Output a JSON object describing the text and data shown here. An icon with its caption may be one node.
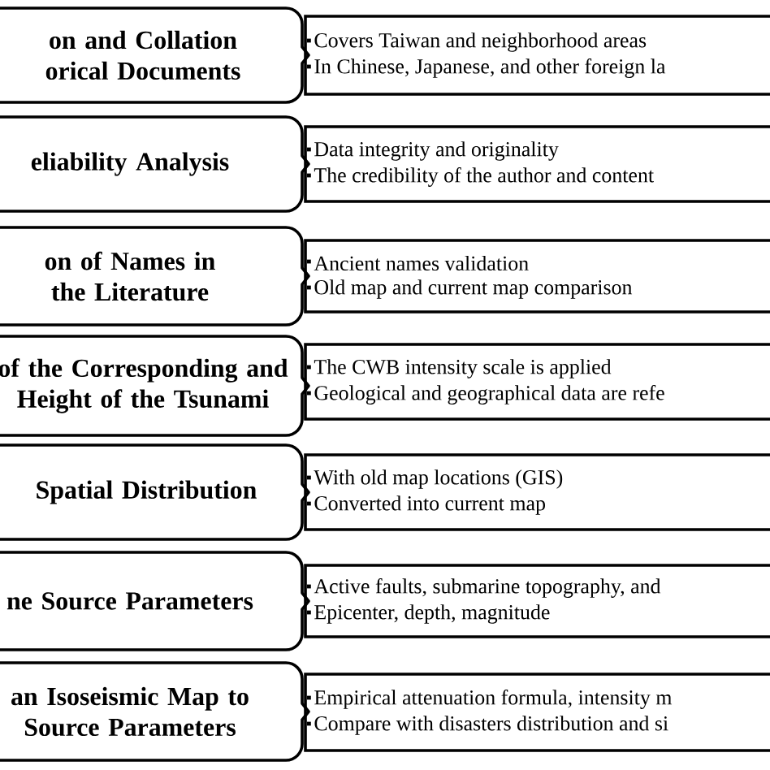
{
  "diagram": {
    "nodes": [
      {
        "text": [
          "on and Collation orical Documents"
        ]
      },
      {
        "text": [
          "Covers Taiwan and neighborhood areas",
          "In Chinese, Japanese, and other foreign la"
        ]
      },
      {
        "text": [
          "eliability Analysis"
        ]
      },
      {
        "text": [
          "Data integrity and originality",
          "The credibility of the author and content"
        ]
      },
      {
        "text": [
          "on of Names in the Literature"
        ]
      },
      {
        "text": [
          "Ancient names validation",
          "Old map and current map comparison"
        ]
      },
      {
        "text": [
          "of the Corresponding and Height of the Tsunami"
        ]
      },
      {
        "text": [
          "The CWB intensity scale is applied",
          "Geological and geographical data are refe"
        ]
      },
      {
        "text": [
          "Spatial Distribution"
        ]
      },
      {
        "text": [
          "With old map locations (GIS)",
          "Converted into current map"
        ]
      },
      {
        "text": [
          "ne Source Parameters"
        ]
      },
      {
        "text": [
          "Active faults, submarine topography, and",
          "Epicenter, depth, magnitude"
        ]
      },
      {
        "text": [
          "an Isoseismic Map to Source Parameters"
        ]
      },
      {
        "text": [
          "Empirical attenuation formula, intensity m",
          "Compare with disasters distribution and si"
        ]
      }
    ]
  }
}
